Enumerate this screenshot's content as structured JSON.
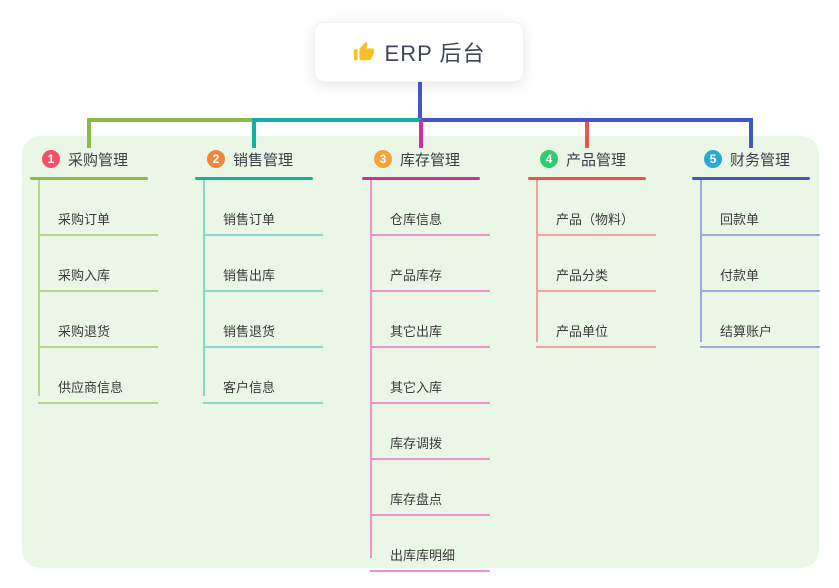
{
  "root": {
    "icon": "thumbs-up",
    "title": "ERP 后台"
  },
  "colors": {
    "panel_bg": "#ebf7e6",
    "root_line": "#4356c6",
    "thumb_yellow": "#f6c026"
  },
  "branches": [
    {
      "number": "1",
      "label": "采购管理",
      "line_color": "#88bc46",
      "child_line_color": "#b2d98e",
      "badge_color": "#f4506b",
      "children": [
        "采购订单",
        "采购入库",
        "采购退货",
        "供应商信息"
      ]
    },
    {
      "number": "2",
      "label": "销售管理",
      "line_color": "#12b2a2",
      "child_line_color": "#86d6cb",
      "badge_color": "#f0873c",
      "children": [
        "销售订单",
        "销售出库",
        "销售退货",
        "客户信息"
      ]
    },
    {
      "number": "3",
      "label": "库存管理",
      "line_color": "#cf2f9a",
      "child_line_color": "#ef92c9",
      "badge_color": "#f2a33c",
      "children": [
        "仓库信息",
        "产品库存",
        "其它出库",
        "其它入库",
        "库存调拨",
        "库存盘点",
        "出库库明细"
      ]
    },
    {
      "number": "4",
      "label": "产品管理",
      "line_color": "#ef5350",
      "child_line_color": "#f7a09b",
      "badge_color": "#2ecc71",
      "children": [
        "产品（物料）",
        "产品分类",
        "产品单位"
      ]
    },
    {
      "number": "5",
      "label": "财务管理",
      "line_color": "#4356c6",
      "child_line_color": "#9aabe4",
      "badge_color": "#2ba9d1",
      "children": [
        "回款单",
        "付款单",
        "结算账户"
      ]
    }
  ]
}
